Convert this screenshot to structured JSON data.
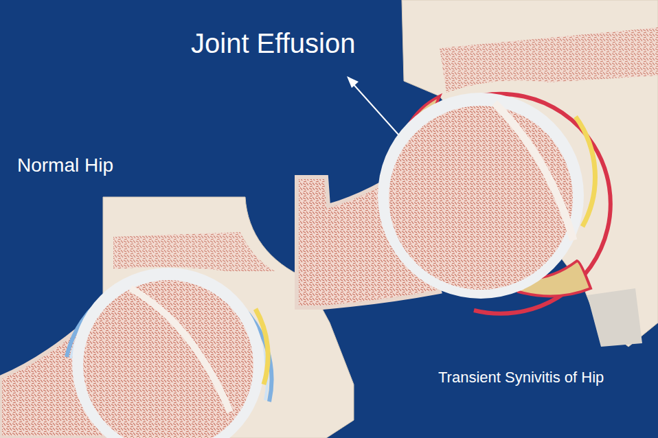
{
  "diagram": {
    "labels": [
      "Joint Effusion",
      "Normal Hip",
      "Transient Synivitis of Hip"
    ]
  }
}
